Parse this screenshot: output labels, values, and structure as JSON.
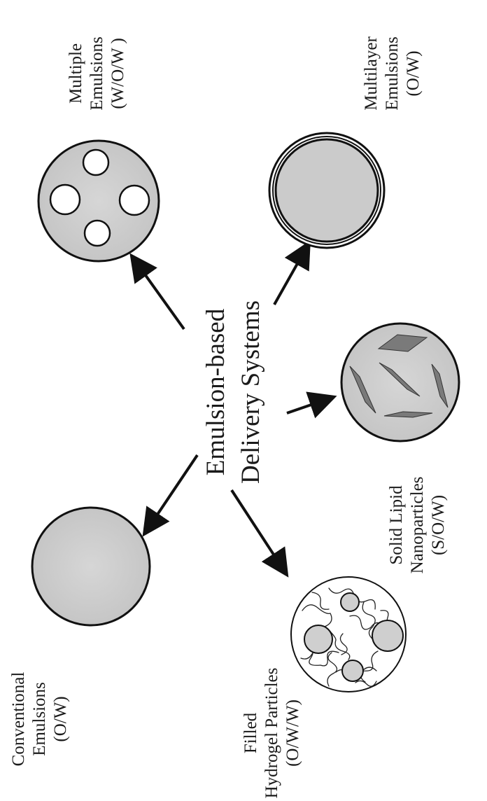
{
  "center": {
    "line1": "Emulsion-based",
    "line2": "Delivery Systems"
  },
  "systems": {
    "multiple": {
      "line1": "Multiple",
      "line2": "Emulsions",
      "line3": "(W/O/W )"
    },
    "multilayer": {
      "line1": "Multilayer",
      "line2": "Emulsions",
      "line3": "(O/W)"
    },
    "solid_lipid": {
      "line1": "Solid Lipid",
      "line2": "Nanoparticles",
      "line3": "(S/O/W)"
    },
    "conventional": {
      "line1": "Conventional",
      "line2": "Emulsions",
      "line3": "(O/W)"
    },
    "hydrogel": {
      "line1": "Filled",
      "line2": "Hydrogel Particles",
      "line3": "(O/W/W)"
    }
  },
  "colors": {
    "fill": "#cfcfcf",
    "stroke": "#111111",
    "shard": "#7a7a7a",
    "white": "#ffffff"
  }
}
